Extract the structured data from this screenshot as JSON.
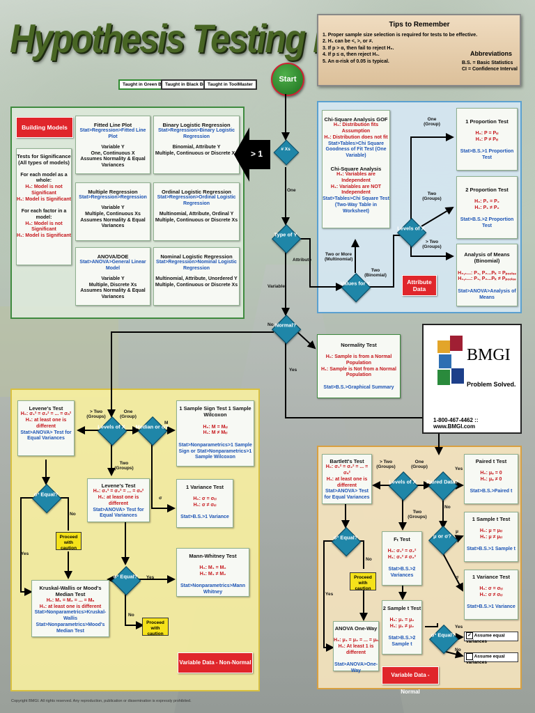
{
  "title": "Hypothesis Testing Roadmap",
  "badges": [
    "Taught in Green Belt",
    "Taught in Black Belt",
    "Taught in ToolMaster"
  ],
  "start": "Start",
  "tips": {
    "title": "Tips to Remember",
    "items": [
      "1. Proper sample size selection is required for tests to be effective.",
      "2. H₁ can be <, >, or ≠.",
      "3. If p > α, then fail to reject H₀.",
      "4. If p ≤ α, then reject H₀.",
      "5. An α-risk of 0.05 is typical."
    ],
    "abbr_title": "Abbreviations",
    "abbr": [
      "B.S. = Basic Statistics",
      "CI = Confidence Interval"
    ]
  },
  "building": {
    "label": "Building Models",
    "sig": {
      "title": "Tests for Significance (All types of models)",
      "whole": "For each model as a whole:",
      "h0a": "H₀: Model is not Significant",
      "h1a": "H₁: Model is Significant",
      "factor": "For each factor in a model:",
      "h0b": "H₀: Model is not Significant",
      "h1b": "H₁: Model is Significant"
    },
    "models": [
      {
        "t": "Fitted Line Plot",
        "p": "Stat>Regression>Fitted Line Plot",
        "a": "Variable Y",
        "b": "One, Continuous X",
        "c": "Assumes Normality & Equal Variances"
      },
      {
        "t": "Binary Logistic Regression",
        "p": "Stat>Regression>Binary Logistic Regression",
        "a": "Binomial, Attribute Y",
        "b": "Multiple, Continuous or Discrete Xs",
        "c": ""
      },
      {
        "t": "Multiple Regression",
        "p": "Stat>Regression>Regression",
        "a": "Variable Y",
        "b": "Multiple, Continuous Xs",
        "c": "Assumes Normality & Equal Variances"
      },
      {
        "t": "Ordinal Logistic Regression",
        "p": "Stat>Regression>Ordinal Logistic Regression",
        "a": "Multinomial, Attribute, Ordinal Y",
        "b": "Multiple, Continuous or Discrete Xs",
        "c": ""
      },
      {
        "t": "ANOVA/DOE",
        "p": "Stat>ANOVA>General Linear Model",
        "a": "Variable Y",
        "b": "Multiple, Discrete Xs",
        "c": "Assumes Normality & Equal Variances"
      },
      {
        "t": "Nominal Logistic Regression",
        "p": "Stat>Regression>Nominal Logistic Regression",
        "a": "Multinomial, Attribute, Unordered Y",
        "b": "Multiple, Continuous or Discrete Xs",
        "c": ""
      }
    ]
  },
  "gt1": "> 1",
  "flow": {
    "xs": "# Xs",
    "one": "One",
    "typey": "Type of Y",
    "attribute": "Attribute",
    "variable": "Variable",
    "normal": "Normal?",
    "no": "No",
    "yes": "Yes"
  },
  "attr": {
    "chi1": {
      "t": "Chi-Square Analysis GOF",
      "h0": "H₀: Distribution fits Assumption",
      "h1": "H₁: Distribution does not fit",
      "p": "Stat>Tables>Chi Square Goodness of Fit Test (One Variable)"
    },
    "chi2": {
      "t": "Chi-Square Analysis",
      "h0": "H₀: Variables are Independent",
      "h1": "H₁: Variables are NOT Independent",
      "p": "Stat>Tables>Chi Square Test (Two-Way Table in Worksheet)"
    },
    "values": "Values for Y",
    "levels": "Levels of X",
    "two_more": "Two or More (Multinomial)",
    "two_bin": "Two (Binomial)",
    "one_group": "One (Group)",
    "two_groups": "Two (Groups)",
    "gt2_groups": "> Two (Groups)",
    "p1": {
      "t": "1 Proportion Test",
      "h0": "H₀: P = Pₜₗ",
      "h1": "H₁: P ≠ Pₜₗ",
      "p": "Stat>B.S.>1 Proportion Test"
    },
    "p2": {
      "t": "2 Proportion Test",
      "h0": "H₀: P₁ = P₂",
      "h1": "H₁: P₁ ≠ P₂",
      "p": "Stat>B.S.>2 Proportion Test"
    },
    "anom": {
      "t": "Analysis of Means (Binomial)",
      "h0": "H₀,₁...: P₁, P₂...Pₖ = Pₚₒₒₗₑₔ",
      "h1": "H₁,₁...: P₁, P₂...Pₖ ≠ Pₚₒₒₗₑₔ",
      "p": "Stat>ANOVA>Analysis of Means"
    },
    "label": "Attribute Data"
  },
  "normality": {
    "t": "Normality Test",
    "h0": "H₀: Sample is from a Normal Population",
    "h1": "H₁: Sample is Not from a Normal Population",
    "p": "Stat>B.S.>Graphical Summary"
  },
  "bmgi": {
    "name": "BMGI",
    "tag": "Problem Solved.",
    "contact": "1-800-467-4462 :: www.BMGI.com"
  },
  "nonnormal": {
    "levene1": {
      "t": "Levene's Test",
      "h0": "H₀: σ₁² = σ₂² = ... = σₙ²",
      "h1": "H₁: at least one is different",
      "p": "Stat>ANOVA> Test for Equal Variances"
    },
    "levels": "Levels of X",
    "median": "Median or σ?",
    "gt2": "> Two (Groups)",
    "one": "One (Group)",
    "two": "Two (Groups)",
    "M": "M",
    "sigma": "σ",
    "sign": {
      "t": "1 Sample Sign Test 1 Sample Wilcoxon",
      "h0": "H₀: M = Mₜₗ",
      "h1": "H₁: M ≠ Mₜₗ",
      "p": "Stat>Nonparametrics>1 Sample Sign or Stat>Nonparametrics>1 Sample Wilcoxon"
    },
    "levene2": {
      "t": "Levene's Test",
      "h0": "H₀: σ₁² = σ₂² = ... = σₙ²",
      "h1": "H₁: at least one is different",
      "p": "Stat>ANOVA> Test for Equal Variances"
    },
    "var1": {
      "t": "1 Variance Test",
      "h0": "H₀: σ = σₜₗ",
      "h1": "H₁: σ ≠ σₜₗ",
      "p": "Stat>B.S.>1 Variance"
    },
    "eq1": "σ² Equal?",
    "eq2": "σ² Equal?",
    "caution": "Proceed with caution",
    "yes": "Yes",
    "no": "No",
    "mw": {
      "t": "Mann-Whitney Test",
      "h0": "H₀: M₁ = M₂",
      "h1": "H₁: M₁ ≠ M₂",
      "p": "Stat>Nonparametrics>Mann Whitney"
    },
    "kw": {
      "t": "Kruskal-Wallis or Mood's Median Test",
      "h0": "H₀: M₁ = M₂ = ... = Mₙ",
      "h1": "H₁: at least one is different",
      "p1": "Stat>Nonparametrics>Kruskal-Wallis",
      "p2": "Stat>Nonparametrics>Mood's Median Test"
    },
    "label": "Variable Data - Non-Normal"
  },
  "normal": {
    "bartlett": {
      "t": "Bartlett's Test",
      "h0": "H₀: σ₁² = σ₂² = ... = σₙ²",
      "h1": "H₁: at least one is different",
      "p": "Stat>ANOVA> Test for Equal Variances"
    },
    "levels": "Levels of X",
    "paired": "Paired Data?",
    "mu": "μ or σ?",
    "gt2": "> Two (Groups)",
    "one": "One (Group)",
    "two": "Two (Groups)",
    "yes": "Yes",
    "no": "No",
    "mu_s": "μ",
    "sigma": "σ",
    "pt": {
      "t": "Paired t Test",
      "h0": "H₀: μₔ = 0",
      "h1": "H₁: μₔ ≠ 0",
      "p": "Stat>B.S.>Paired t"
    },
    "t1": {
      "t": "1 Sample t Test",
      "h0": "H₀: μ = μₜₗ",
      "h1": "H₁: μ ≠ μₜₗ",
      "p": "Stat>B.S.>1 Sample t"
    },
    "var1": {
      "t": "1 Variance Test",
      "h0": "H₀: σ = σₜₗ",
      "h1": "H₁: σ ≠ σₜₗ",
      "p": "Stat>B.S.>1 Variance"
    },
    "ft": {
      "t": "Fₜ Test",
      "h0": "H₀: σ₁² = σ₂²",
      "h1": "H₁: σ₁² ≠ σ₂²",
      "p": "Stat>B.S.>2 Variances"
    },
    "eq1": "σ² Equal?",
    "eq2": "σ² Equal?",
    "caution": "Proceed with caution",
    "t2": {
      "t": "2 Sample t Test",
      "h0": "H₀: μ₁ = μ₂",
      "h1": "H₁: μ₁ ≠ μ₂",
      "p": "Stat>B.S.>2 Sample t"
    },
    "anova": {
      "t": "ANOVA One-Way",
      "h0": "H₀: μ₁ = μ₂ = ... = μₙ",
      "h1": "H₁: At least 1 is different",
      "p": "Stat>ANOVA>One-Way"
    },
    "assume_eq": "Assume equal variances",
    "assume_uneq": "Assume equal variances",
    "label": "Variable Data - Normal"
  },
  "copyright": "Copyright BMGI. All rights reserved. Any reproduction, publication or dissemination is expressly prohibited."
}
